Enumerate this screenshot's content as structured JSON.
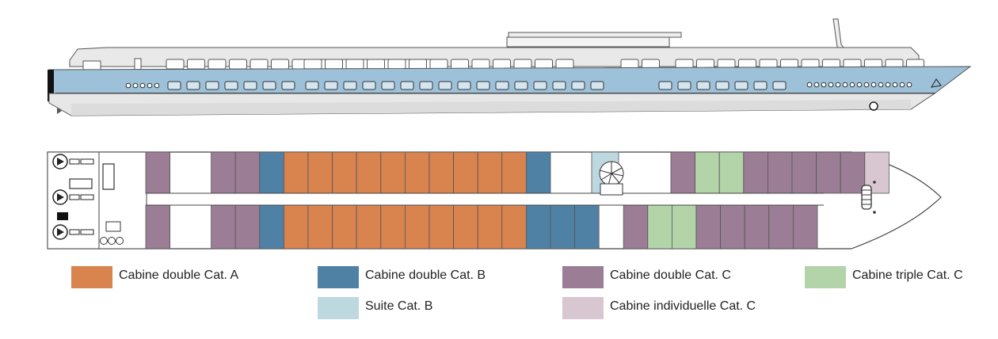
{
  "colors": {
    "cat_a_double": "#D9834F",
    "cat_b_double": "#4F81A5",
    "cat_c_double": "#9B7D95",
    "cat_c_triple": "#B3D3A9",
    "cat_b_suite": "#BED8E0",
    "cat_c_single": "#D8C6D1",
    "hull_band": "#9DC1D9",
    "hull_grey": "#E3E3E3",
    "outline": "#444444"
  },
  "legend": [
    {
      "key": "cat_a_double",
      "label": "Cabine double Cat. A"
    },
    {
      "key": "cat_b_double",
      "label": "Cabine double Cat. B"
    },
    {
      "key": "cat_c_double",
      "label": "Cabine double Cat. C"
    },
    {
      "key": "cat_c_triple",
      "label": "Cabine triple Cat. C"
    },
    {
      "key": "cat_b_suite",
      "label": "Suite Cat. B"
    },
    {
      "key": "cat_c_single",
      "label": "Cabine individuelle Cat. C"
    }
  ],
  "deck": {
    "top_row": [
      "C",
      "gap",
      "C",
      "C",
      "B",
      "A",
      "A",
      "A",
      "A",
      "A",
      "A",
      "A",
      "A",
      "A",
      "A",
      "B",
      "gap",
      "S",
      "stair",
      "C",
      "T",
      "T",
      "C",
      "C",
      "C",
      "C",
      "C",
      "I"
    ],
    "bottom_row": [
      "C",
      "gap",
      "C",
      "C",
      "B",
      "A",
      "A",
      "A",
      "A",
      "A",
      "A",
      "A",
      "A",
      "A",
      "A",
      "B",
      "B",
      "B",
      "gap2",
      "C",
      "T",
      "T",
      "C",
      "C",
      "C",
      "C",
      "C"
    ]
  }
}
